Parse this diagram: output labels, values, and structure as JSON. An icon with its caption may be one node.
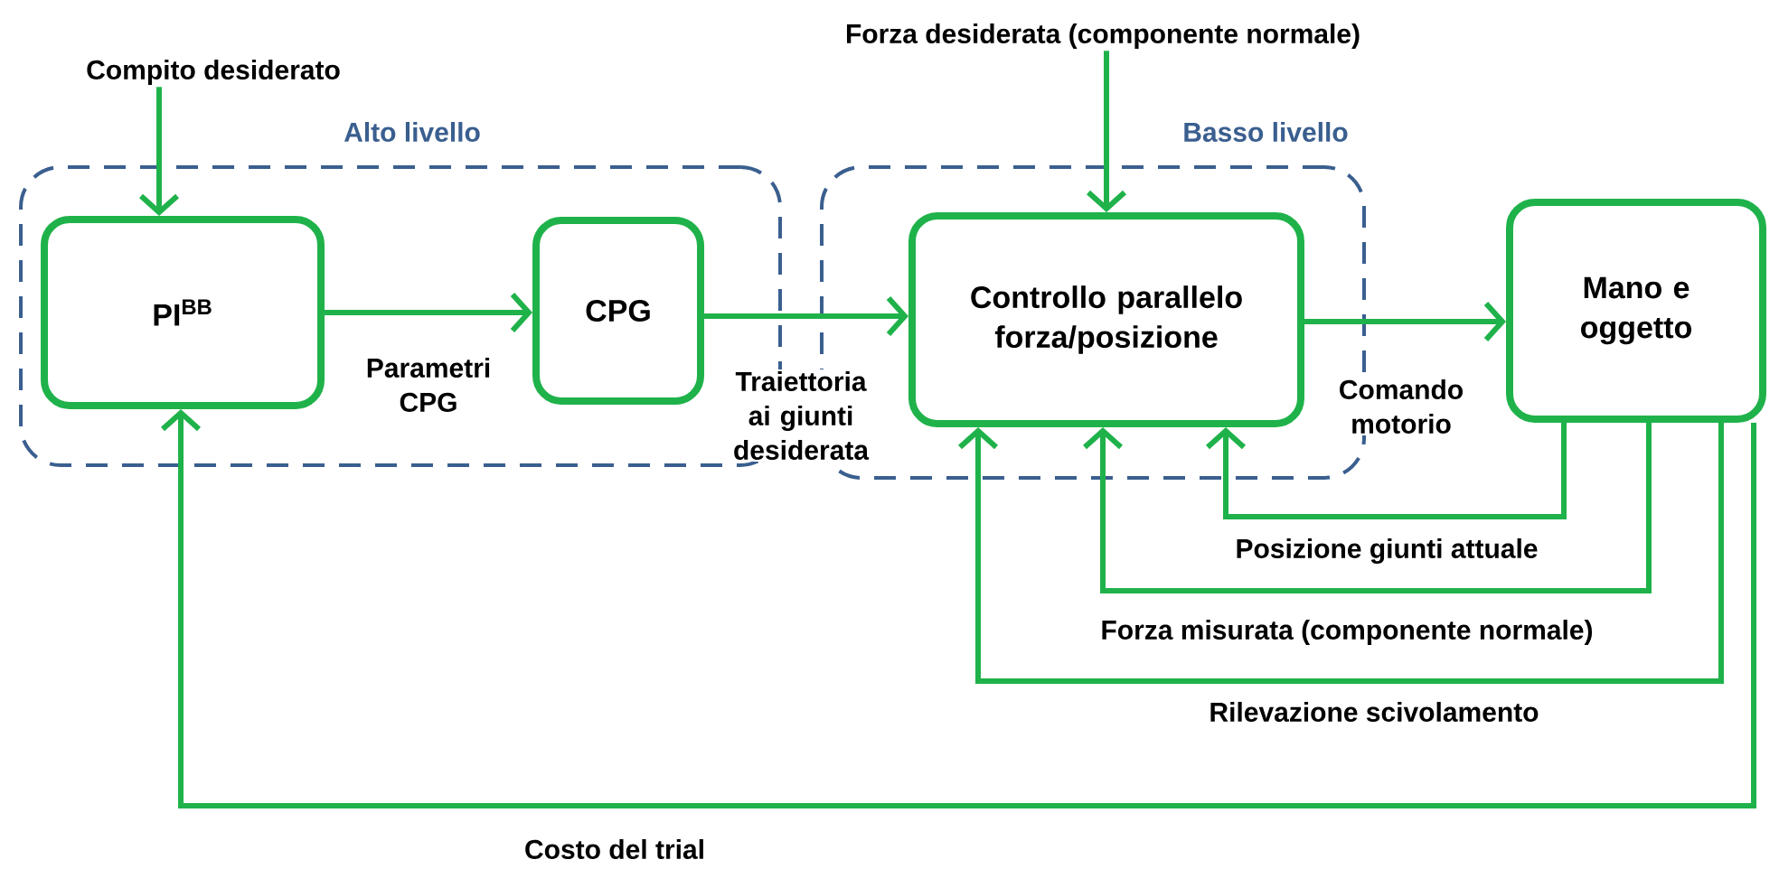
{
  "diagram": {
    "nodes": [
      {
        "text": [
          "Alto livello"
        ]
      },
      {
        "text": [
          "PI$^{BB}$"
        ],
        "in": 0
      },
      {
        "text": [
          "CPG"
        ],
        "in": 0
      },
      {
        "text": [
          "Basso livello"
        ]
      },
      {
        "text": [
          "Controllo parallelo forza/posizione"
        ],
        "in": 3
      },
      {
        "text": [
          "Mano e oggetto"
        ]
      },
      {
        "text": [
          "Compito desiderato"
        ]
      },
      {
        "text": [
          "Forza desiderata (componente normale)"
        ]
      }
    ],
    "edges": [
      {
        "from": 6,
        "to": 1,
        "arrow": "to"
      },
      {
        "from": 7,
        "to": 4,
        "arrow": "to"
      },
      {
        "from": 1,
        "to": 2,
        "arrow": "to",
        "label": "Parametri CPG"
      },
      {
        "from": 2,
        "to": 4,
        "arrow": "to",
        "label": "Traiettoria ai giunti desiderata"
      },
      {
        "from": 4,
        "to": 5,
        "arrow": "to",
        "label": "Comando motorio"
      },
      {
        "from": 5,
        "to": 4,
        "arrow": "to",
        "label": "Posizione giunti attuale"
      },
      {
        "from": 5,
        "to": 4,
        "arrow": "to",
        "label": "Forza misurata (componente normale)"
      },
      {
        "from": 5,
        "to": 4,
        "arrow": "to",
        "label": "Rilevazione scivolamento"
      },
      {
        "from": 5,
        "to": 1,
        "arrow": "to",
        "label": "Costo del trial"
      }
    ]
  }
}
